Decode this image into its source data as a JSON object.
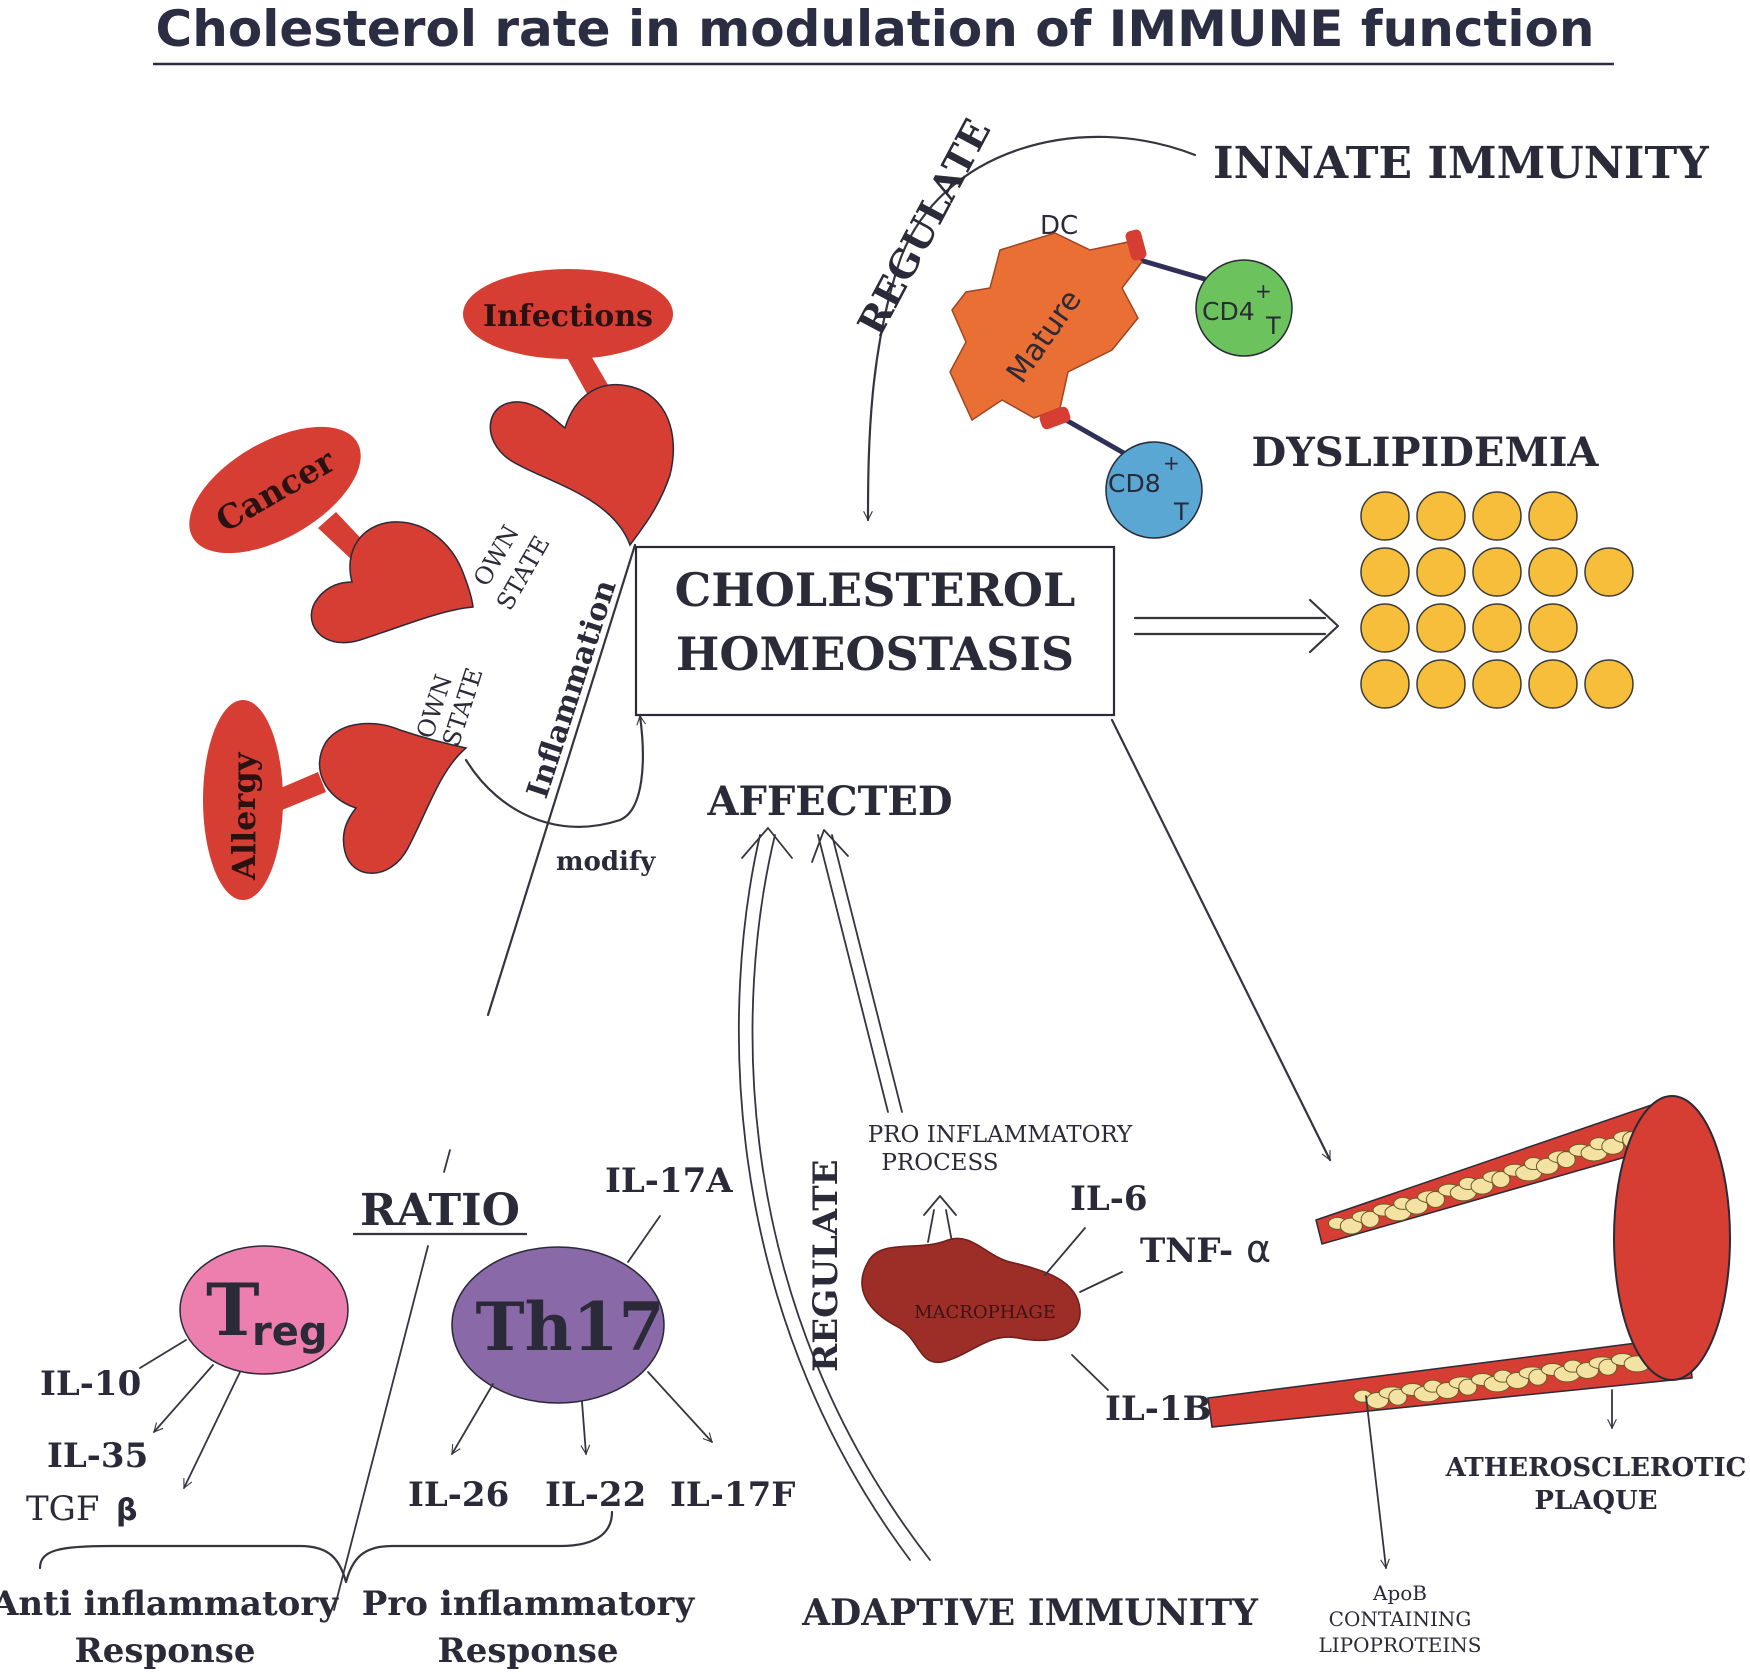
{
  "title": "Cholesterol rate in modulation of IMMUNE function",
  "innate": {
    "label": "INNATE IMMUNITY",
    "regulate": "REGULATE",
    "dc": "DC",
    "mature": "Mature",
    "cd4": "CD4",
    "cd8": "CD8",
    "plus": "+",
    "t": "T"
  },
  "states": {
    "infections": "Infections",
    "cancer": "Cancer",
    "allergy": "Allergy",
    "own": "OWN",
    "state": "STATE",
    "inflammation": "Inflammation",
    "modify": "modify"
  },
  "center": {
    "line1": "CHOLESTEROL",
    "line2": "HOMEOSTASIS",
    "affected": "AFFECTED"
  },
  "dyslipidemia": {
    "label": "DYSLIPIDEMIA",
    "rows": [
      4,
      5,
      4,
      5
    ]
  },
  "adaptive": {
    "label": "ADAPTIVE IMMUNITY",
    "regulate": "REGULATE",
    "ratio": "RATIO",
    "treg_main": "T",
    "treg_sub": "reg",
    "th17": "Th17",
    "il10": "IL-10",
    "il35": "IL-35",
    "tgf": "TGF",
    "beta": "β",
    "il17a": "IL-17A",
    "il26": "IL-26",
    "il22": "IL-22",
    "il17f": "IL-17F",
    "anti_1": "Anti inflammatory",
    "anti_2": "Response",
    "pro_1": "Pro inflammatory",
    "pro_2": "Response"
  },
  "macrophage": {
    "pro_1": "PRO INFLAMMATORY",
    "pro_2": "PROCESS",
    "label": "MACROPHAGE",
    "il6": "IL-6",
    "tnf": "TNF-",
    "alpha": "α",
    "il1b": "IL-1B"
  },
  "plaque": {
    "label_1": "ATHEROSCLEROTIC",
    "label_2": "PLAQUE",
    "apob_1": "ApoB",
    "apob_2": "CONTAINING",
    "apob_3": "LIPOPROTEINS"
  },
  "colors": {
    "red": "#d63d33",
    "orange": "#ea6f34",
    "cd4_green": "#6cc25c",
    "cd8_blue": "#5aa7d4",
    "treg_pink": "#ec7fae",
    "th17_purple": "#8a69a8",
    "macrophage": "#9c2e27",
    "lipid_yellow": "#f6be3a",
    "plaque_fill": "#f3e2a2"
  }
}
